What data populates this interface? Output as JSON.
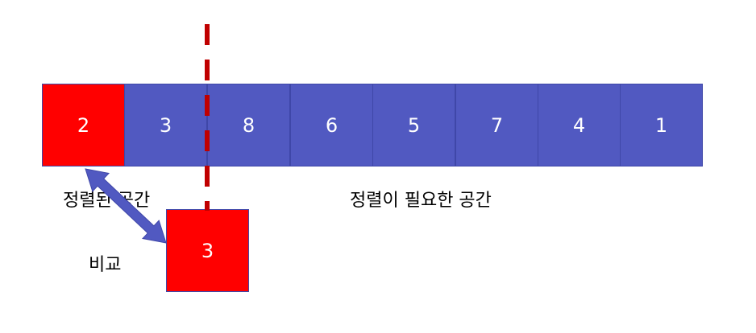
{
  "array": {
    "values": [
      "2",
      "3",
      "8",
      "6",
      "5",
      "7",
      "4",
      "1"
    ],
    "sorted_count": 1
  },
  "key": {
    "value": "3"
  },
  "labels": {
    "sorted_region": "정렬된 공간",
    "unsorted_region": "정렬이 필요한 공간",
    "compare": "비교"
  },
  "colors": {
    "sorted": "#ff0000",
    "unsorted": "#5159c1",
    "divider": "#c00000",
    "arrow": "#5159c1"
  }
}
